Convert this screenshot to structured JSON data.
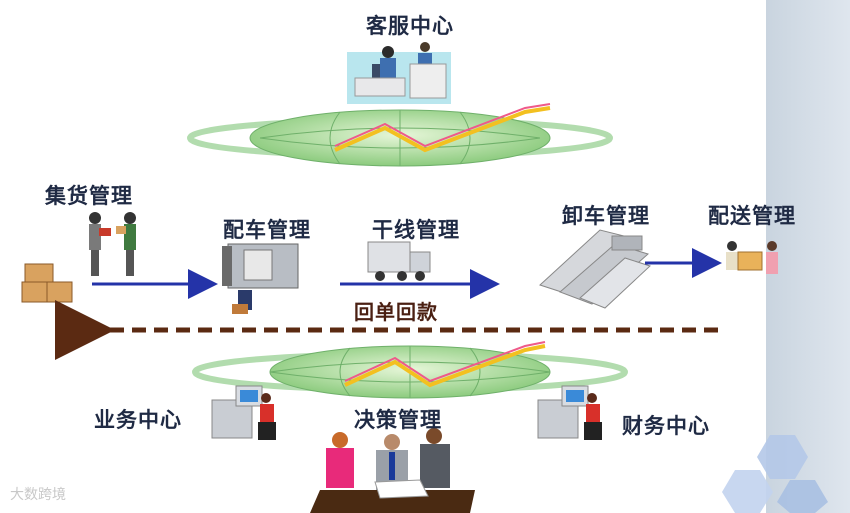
{
  "diagram": {
    "labels": {
      "customer_service": "客服中心",
      "pickup": "集货管理",
      "dispatch": "配车管理",
      "trunk": "干线管理",
      "unload": "卸车管理",
      "delivery": "配送管理",
      "return_flow": "回单回款",
      "business_center": "业务中心",
      "decision": "决策管理",
      "finance_center": "财务中心"
    },
    "watermark": "大数跨境",
    "colors": {
      "arrow": "#2433a8",
      "dashed_arrow": "#5b2a12",
      "globe": "#a8d8a0",
      "panel": "#d3dce6",
      "hex": "#a9c2e6"
    }
  }
}
